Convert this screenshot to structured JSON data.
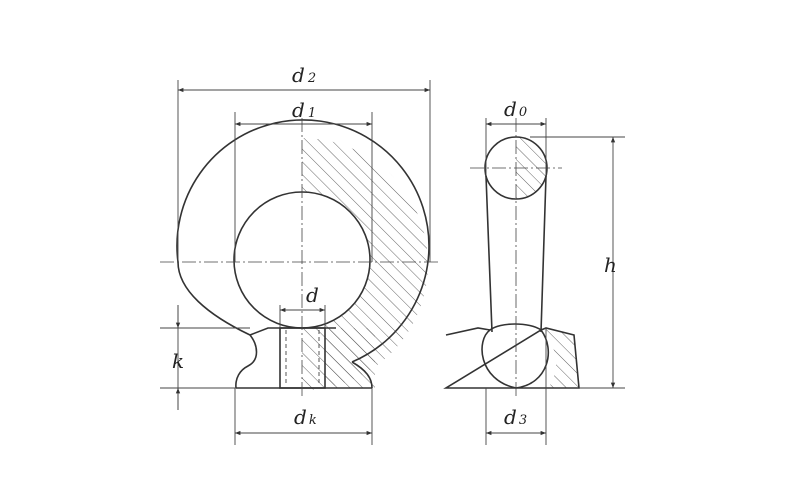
{
  "labels": {
    "d2": {
      "main": "d",
      "sub": "2"
    },
    "d1": {
      "main": "d",
      "sub": "1"
    },
    "d": {
      "main": "d"
    },
    "k": {
      "main": "k"
    },
    "dk": {
      "main": "d",
      "sub": "k"
    },
    "d0": {
      "main": "d",
      "sub": "0"
    },
    "h": {
      "main": "h"
    },
    "d3": {
      "main": "d",
      "sub": "3"
    }
  },
  "colors": {
    "line": "#333333",
    "hatch": "#555555",
    "background": "#ffffff"
  }
}
